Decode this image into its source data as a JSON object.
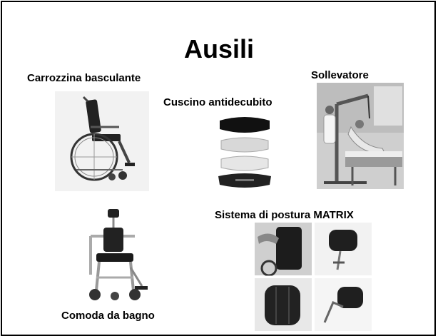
{
  "slide": {
    "title": "Ausili",
    "items": [
      {
        "label": "Carrozzina basculante"
      },
      {
        "label": "Cuscino antidecubito"
      },
      {
        "label": "Sollevatore"
      },
      {
        "label": "Sistema di postura MATRIX"
      },
      {
        "label": "Comoda da bagno"
      }
    ]
  },
  "colors": {
    "border": "#000000",
    "background": "#ffffff",
    "text": "#000000"
  }
}
